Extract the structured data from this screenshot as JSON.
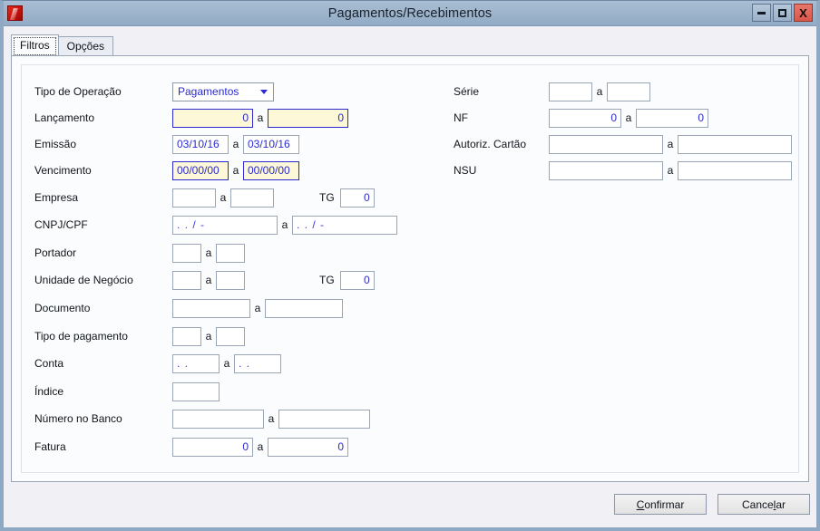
{
  "window": {
    "title": "Pagamentos/Recebimentos",
    "app_icon": "red-diamond-icon",
    "controls": {
      "minimize": "minimize-icon",
      "maximize": "maximize-icon",
      "close": "X"
    },
    "colors": {
      "titlebar": "#9cb3cb",
      "close_button": "#d9584a",
      "panel_background": "#fbfcfe",
      "window_background": "#f0f0f5",
      "field_value_text": "#2a2ad0",
      "highlight_field_background": "#fdf8d8",
      "highlight_field_border": "#2a2ad0"
    }
  },
  "tabs": [
    {
      "label": "Filtros",
      "active": true
    },
    {
      "label": "Opções",
      "active": false
    }
  ],
  "separator": "a",
  "left_fields": [
    {
      "label": "Tipo de Operação",
      "type": "combo",
      "value": "Pagamentos"
    },
    {
      "label": "Lançamento",
      "type": "range-number",
      "from": "0",
      "to": "0",
      "highlight": true
    },
    {
      "label": "Emissão",
      "type": "range-date",
      "from": "03/10/16",
      "to": "03/10/16",
      "highlight": false
    },
    {
      "label": "Vencimento",
      "type": "range-date",
      "from": "00/00/00",
      "to": "00/00/00",
      "highlight": true
    },
    {
      "label": "Empresa",
      "type": "range-text",
      "from": "",
      "to": "",
      "extra_label": "TG",
      "extra_value": "0"
    },
    {
      "label": "CNPJ/CPF",
      "type": "range-mask",
      "from": ".  .   /   -",
      "to": ".  .   /   -"
    },
    {
      "label": "Portador",
      "type": "range-text",
      "from": "",
      "to": ""
    },
    {
      "label": "Unidade de Negócio",
      "type": "range-text",
      "from": "",
      "to": "",
      "extra_label": "TG",
      "extra_value": "0"
    },
    {
      "label": "Documento",
      "type": "range-text",
      "from": "",
      "to": ""
    },
    {
      "label": "Tipo de pagamento",
      "type": "range-text",
      "from": "",
      "to": ""
    },
    {
      "label": "Conta",
      "type": "range-mask",
      "from": ".  .",
      "to": ".  ."
    },
    {
      "label": "Índice",
      "type": "single-text",
      "value": ""
    },
    {
      "label": "Número no Banco",
      "type": "range-text",
      "from": "",
      "to": ""
    },
    {
      "label": "Fatura",
      "type": "range-number",
      "from": "0",
      "to": "0"
    }
  ],
  "right_fields": [
    {
      "label": "Série",
      "type": "range-text",
      "from": "",
      "to": ""
    },
    {
      "label": "NF",
      "type": "range-number",
      "from": "0",
      "to": "0"
    },
    {
      "label": "Autoriz. Cartão",
      "type": "range-text",
      "from": "",
      "to": ""
    },
    {
      "label": "NSU",
      "type": "range-text",
      "from": "",
      "to": ""
    }
  ],
  "buttons": {
    "confirm": {
      "accel": "C",
      "rest": "onfirmar"
    },
    "cancel": {
      "pre": "Cance",
      "accel": "l",
      "post": "ar"
    }
  }
}
